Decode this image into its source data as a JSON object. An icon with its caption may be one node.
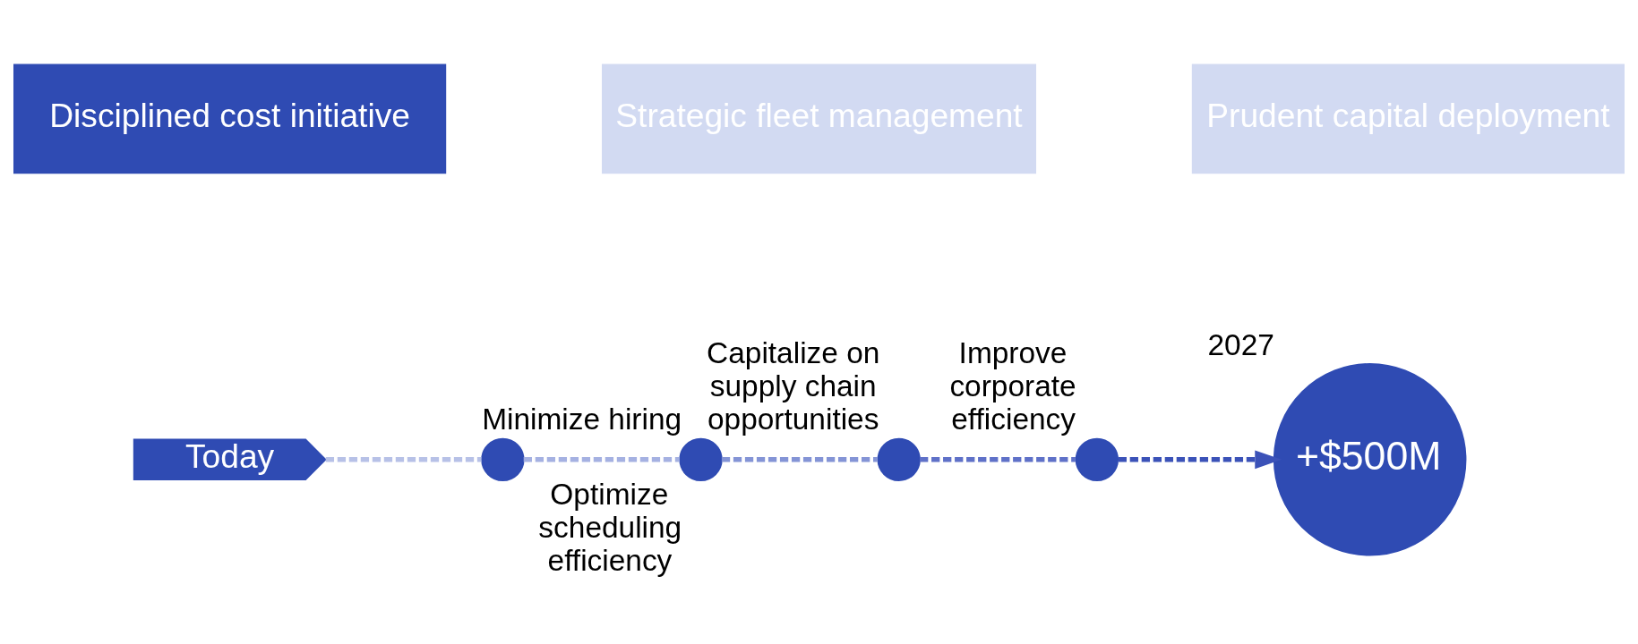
{
  "diagram": {
    "nodes": [
      {
        "text": [
          "Disciplined cost initiative"
        ]
      },
      {
        "text": [
          "Strategic fleet management"
        ]
      },
      {
        "text": [
          "Prudent capital deployment"
        ]
      },
      {
        "text": [
          "Today"
        ]
      },
      {
        "text": [],
        "shape": "circle",
        "beside": [
          "Minimize hiring"
        ]
      },
      {
        "text": [],
        "shape": "circle",
        "beside": [
          "Optimize scheduling efficiency"
        ]
      },
      {
        "text": [],
        "shape": "circle",
        "beside": [
          "Capitalize on supply chain opportunities"
        ]
      },
      {
        "text": [],
        "shape": "circle",
        "beside": [
          "Improve corporate efficiency"
        ]
      },
      {
        "text": [
          "+$500M"
        ],
        "beside": [
          "2027"
        ]
      }
    ],
    "edges": [
      {
        "from": 3,
        "to": 4,
        "arrow": "none",
        "style": "dashed",
        "color": "#b7c1e7"
      },
      {
        "from": 4,
        "to": 5,
        "arrow": "none",
        "style": "dashed",
        "color": "#a5b1e2"
      },
      {
        "from": 5,
        "to": 6,
        "arrow": "none",
        "style": "dashed",
        "color": "#8494d6"
      },
      {
        "from": 6,
        "to": 7,
        "arrow": "none",
        "style": "dashed",
        "color": "#5f71c8"
      },
      {
        "from": 7,
        "to": 8,
        "arrow": "to",
        "style": "dashed",
        "color": "#3b52b8"
      }
    ]
  }
}
